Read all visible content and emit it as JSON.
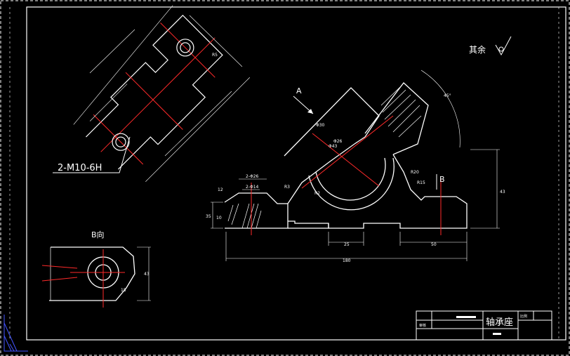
{
  "drawing": {
    "thread_callout": "2-M10-6H",
    "roughness_note": "其余",
    "view_a_label": "A",
    "view_b_label": "B",
    "view_b_title": "B向",
    "title_block": {
      "part_name": "轴承座",
      "scale_label": "比例",
      "left_label": "审核"
    },
    "dimensions": {
      "overall_length": "180",
      "right_length": "50",
      "middle_length": "25",
      "height_right": "43",
      "left_height": "35",
      "left_inner": "10",
      "top_hole_outer": "2-Φ26",
      "top_hole_inner": "2-Φ14",
      "small_12": "12",
      "view_b_height": "43",
      "view_b_small": "15",
      "angle_45": "45°",
      "r2": "R2",
      "r3": "R3",
      "r5": "R5",
      "r20": "R20",
      "r15": "R15",
      "diam_26": "Φ26",
      "diam_30": "Φ30",
      "diam_43": "Φ43"
    }
  }
}
